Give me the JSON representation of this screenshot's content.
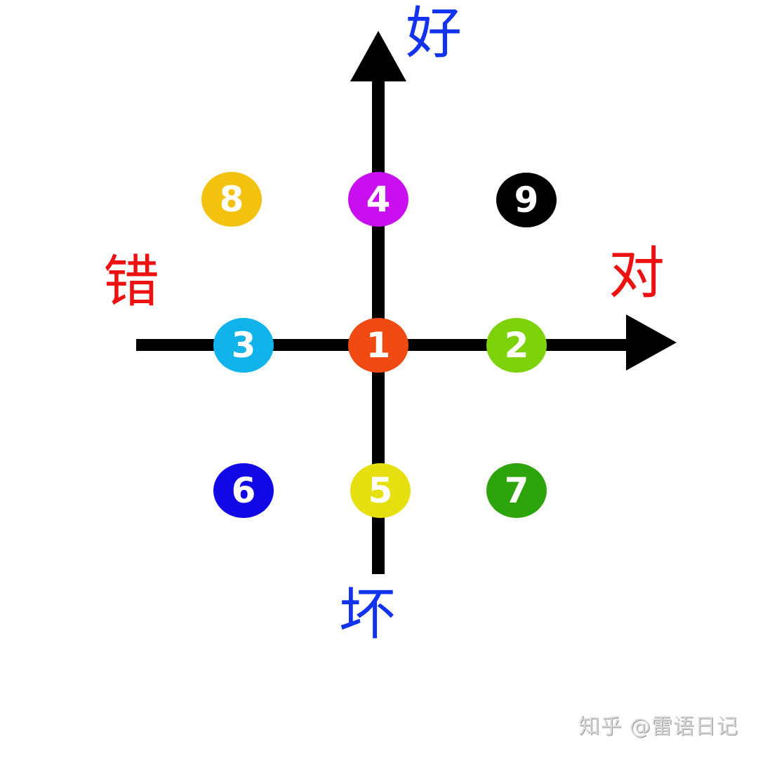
{
  "diagram": {
    "title": "",
    "axes": {
      "horizontal": {
        "left_label": "错",
        "right_label": "对",
        "label_color": "#ee1111"
      },
      "vertical": {
        "top_label": "好",
        "bottom_label": "坏",
        "label_color": "#1133ee"
      },
      "line_color": "#000000"
    },
    "nodes": [
      {
        "id": "1",
        "label": "1",
        "color": "#f04a12",
        "position": "center"
      },
      {
        "id": "2",
        "label": "2",
        "color": "#7ed20a",
        "position": "right"
      },
      {
        "id": "3",
        "label": "3",
        "color": "#10b4ea",
        "position": "left"
      },
      {
        "id": "4",
        "label": "4",
        "color": "#c90ef0",
        "position": "top"
      },
      {
        "id": "5",
        "label": "5",
        "color": "#e6e010",
        "position": "bottom"
      },
      {
        "id": "6",
        "label": "6",
        "color": "#1208e6",
        "position": "bottom-left"
      },
      {
        "id": "7",
        "label": "7",
        "color": "#2ea40c",
        "position": "bottom-right"
      },
      {
        "id": "8",
        "label": "8",
        "color": "#f2c20e",
        "position": "top-left"
      },
      {
        "id": "9",
        "label": "9",
        "color": "#000000",
        "position": "top-right"
      }
    ]
  },
  "watermark": "知乎 @雷语日记"
}
